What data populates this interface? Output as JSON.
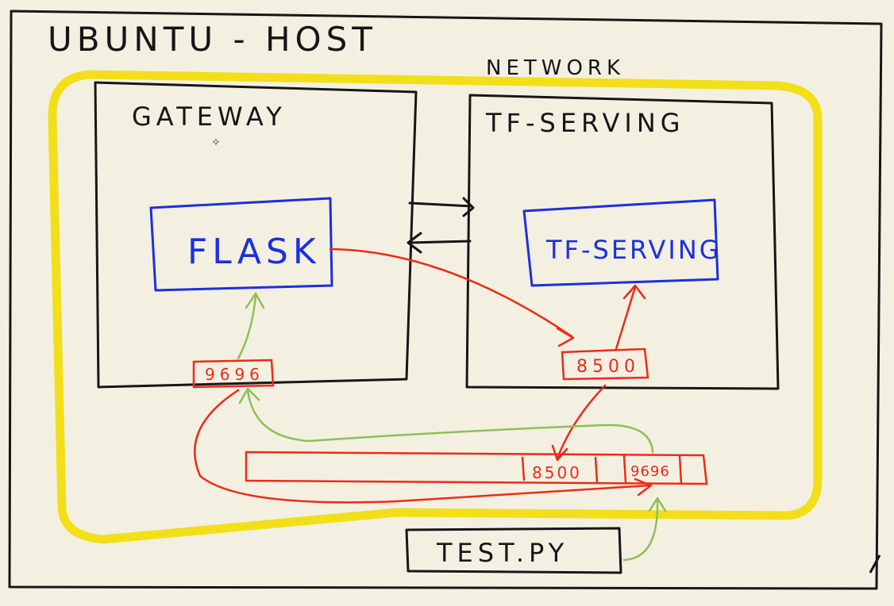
{
  "host": {
    "label": "UBUNTU - HOST"
  },
  "network": {
    "label": "NETWORK"
  },
  "gateway": {
    "label": "GATEWAY",
    "inner_label": "FLASK",
    "port": "9696"
  },
  "tf_serving": {
    "label": "TF-SERVING",
    "inner_label": "TF-SERVING",
    "port": "8500"
  },
  "host_ports": {
    "port_a": "8500",
    "port_b": "9696"
  },
  "client": {
    "label": "TEST.PY"
  },
  "colors": {
    "ink": "#161616",
    "network": "#f2df1a",
    "service": "#1c2fe0",
    "port": "#ee2a18",
    "response": "#8fbf57",
    "background": "#f3f0e2"
  }
}
